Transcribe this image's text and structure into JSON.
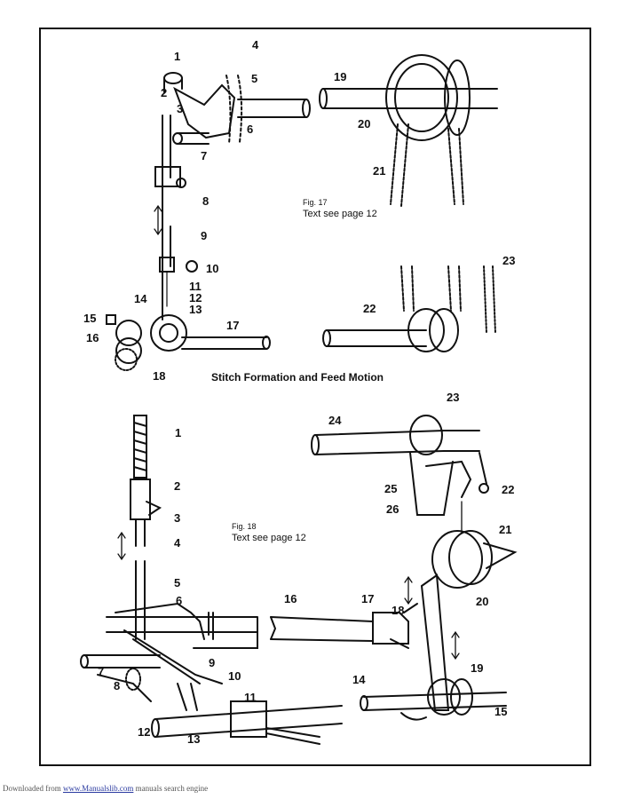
{
  "fig17": {
    "number": "Fig. 17",
    "text": "Text see page 12",
    "labels": [
      "1",
      "2",
      "3",
      "4",
      "5",
      "6",
      "7",
      "8",
      "9",
      "10",
      "11",
      "12",
      "13",
      "14",
      "15",
      "16",
      "17",
      "18",
      "19",
      "20",
      "21",
      "22",
      "23"
    ]
  },
  "section_title": "Stitch Formation and Feed Motion",
  "fig18": {
    "number": "Fig. 18",
    "text": "Text see page 12",
    "labels": [
      "1",
      "2",
      "3",
      "4",
      "5",
      "6",
      "7",
      "8",
      "9",
      "10",
      "11",
      "12",
      "13",
      "14",
      "15",
      "16",
      "17",
      "18",
      "19",
      "20",
      "21",
      "22",
      "23",
      "24",
      "25",
      "26"
    ]
  },
  "footer": {
    "prefix": "Downloaded from ",
    "link": "www.Manualslib.com",
    "suffix": " manuals search engine"
  }
}
